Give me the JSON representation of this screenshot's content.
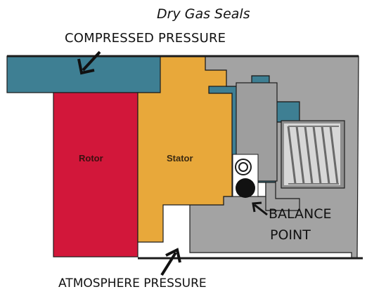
{
  "title": "Dry Gas Seals",
  "labels": {
    "compressed_pressure": "COMPRESSED PRESSURE",
    "atmosphere_pressure": "ATMOSPHERE PRESSURE",
    "balance_point_line1": "BALANCE",
    "balance_point_line2": "POINT",
    "rotor": "Rotor",
    "stator": "Stator"
  },
  "colors": {
    "compressed_gas": "#3e7f93",
    "rotor": "#d2173a",
    "stator": "#e8a83a",
    "seal_housing": "#a3a3a3",
    "spring": "#d7d7d7",
    "outline": "#1c1c1c"
  }
}
